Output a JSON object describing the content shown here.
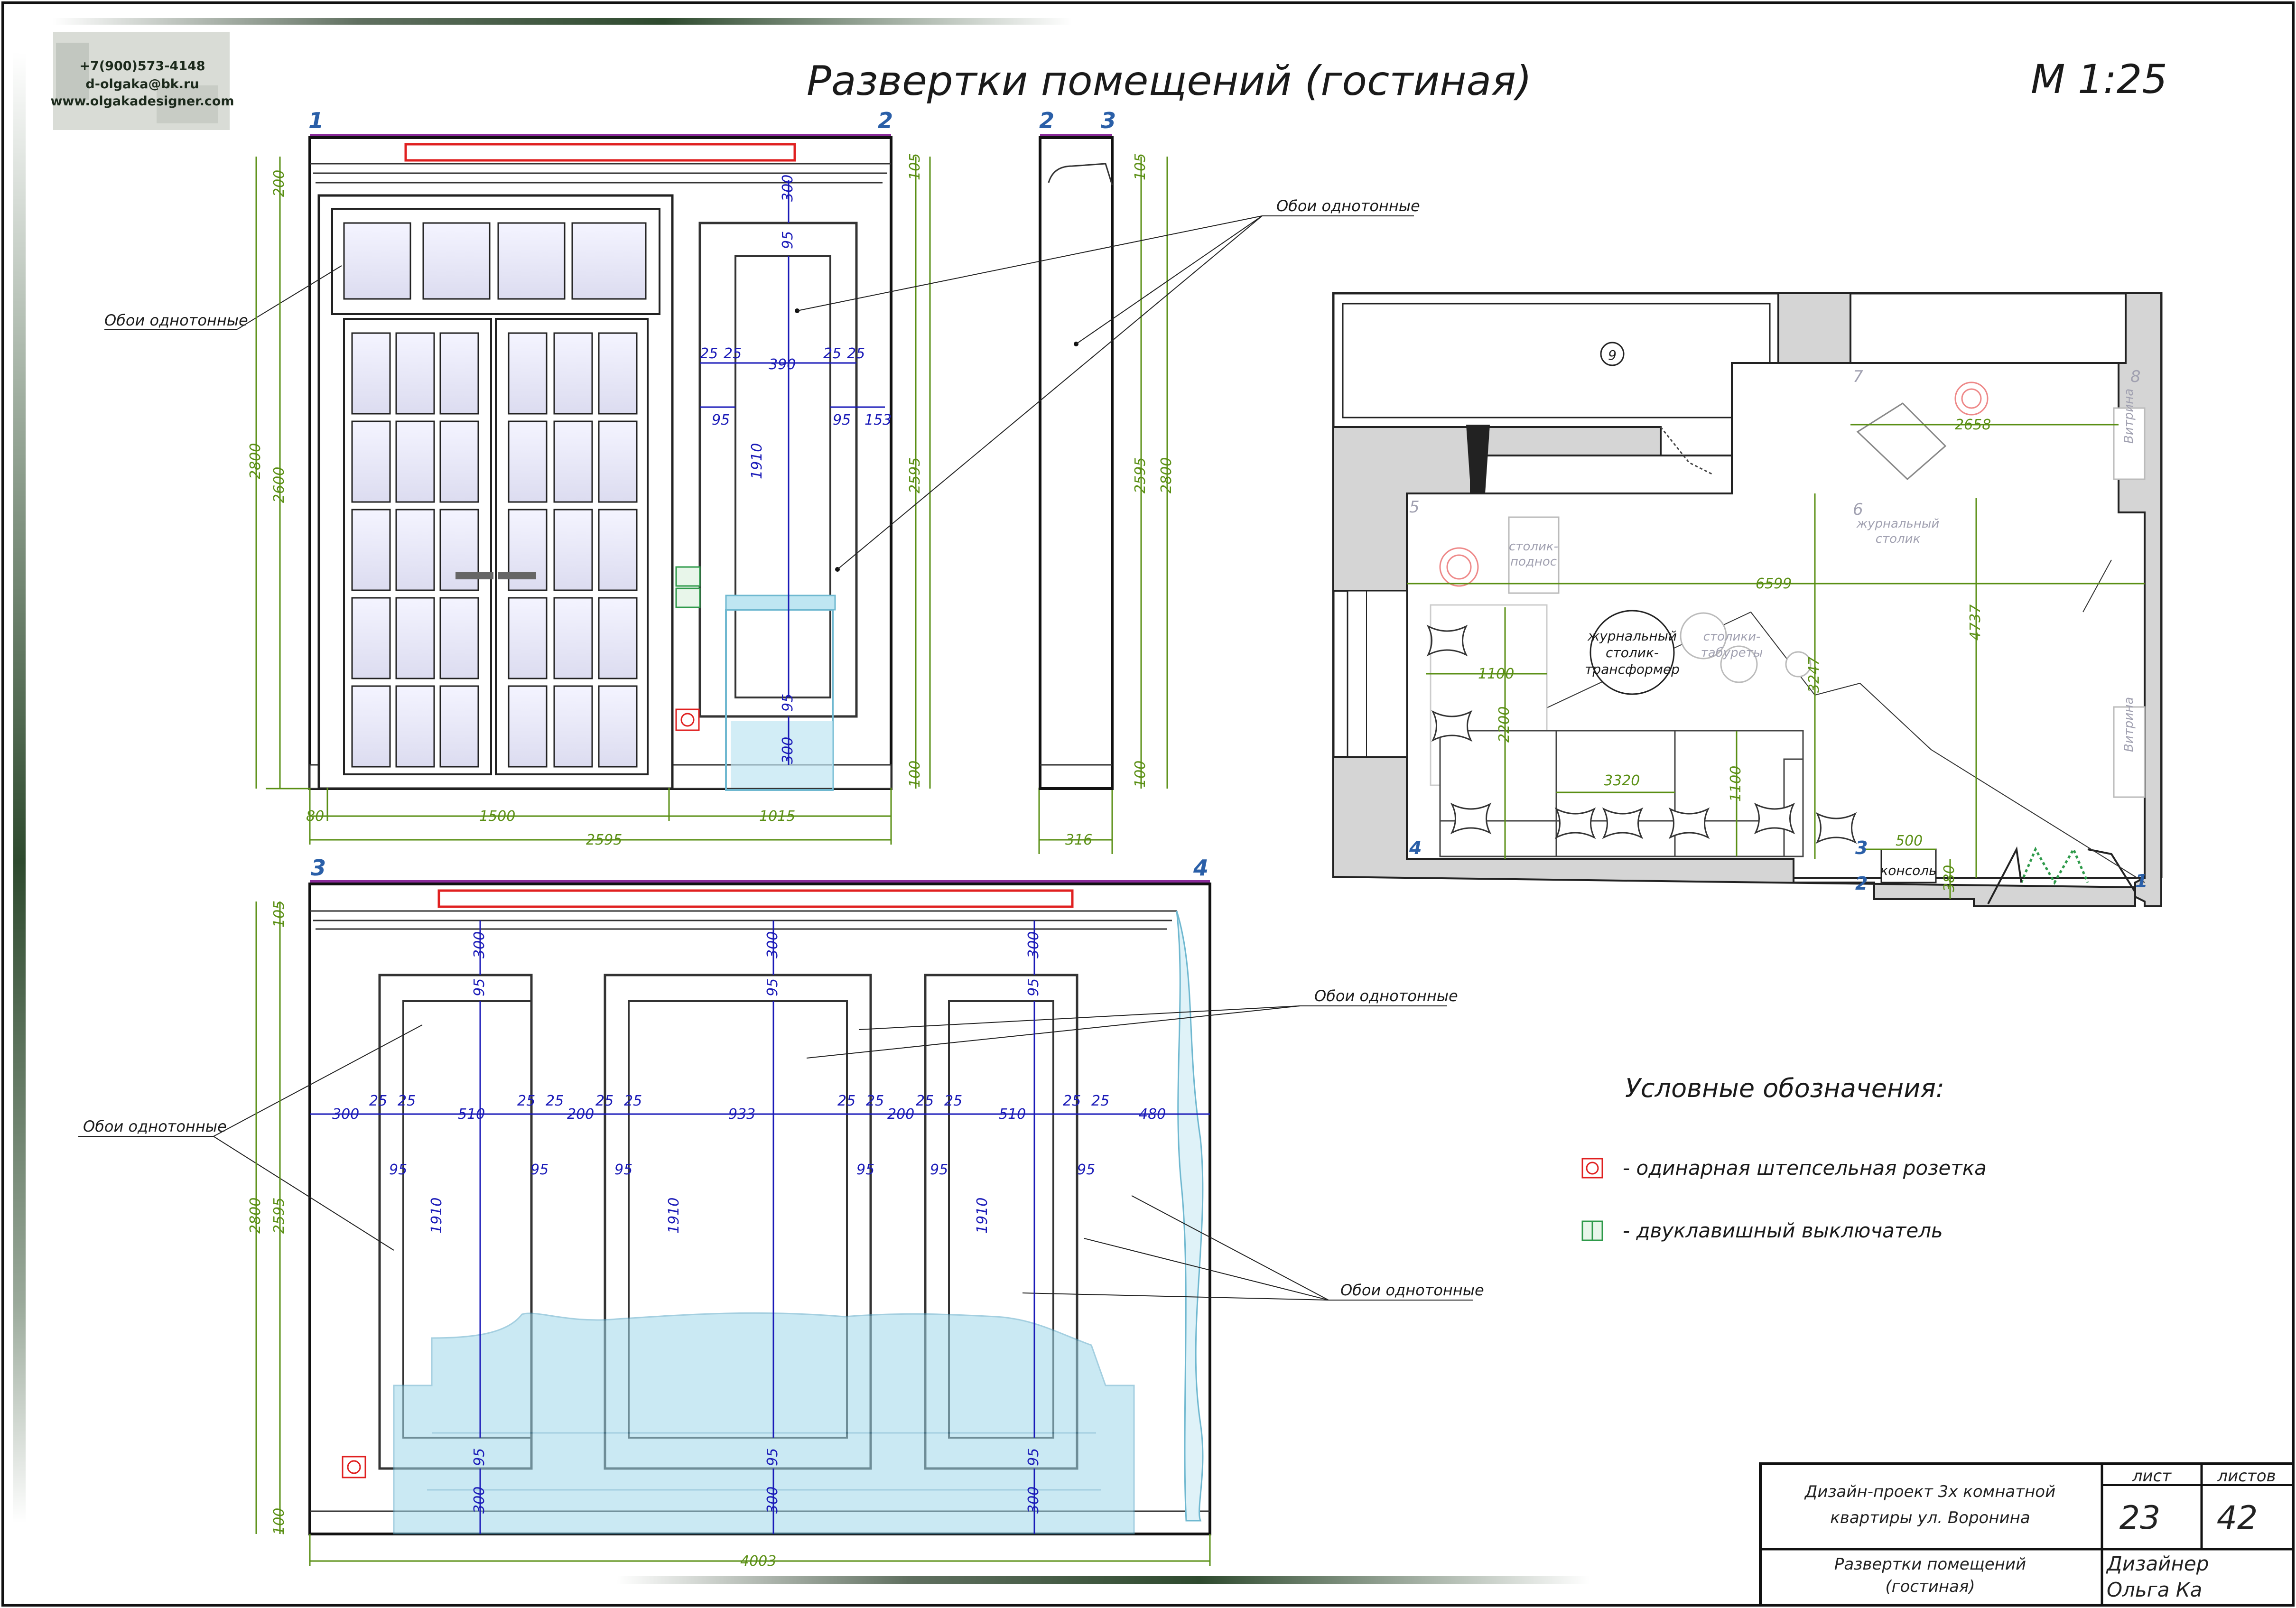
{
  "header": {
    "title": "Развертки помещений (гостиная)",
    "scale": "М 1:25"
  },
  "contact": {
    "phone": "+7(900)573-4148",
    "email": "d-olgaka@bk.ru",
    "site": "www.olgakadesigner.com"
  },
  "axes": {
    "a1": "1",
    "a2": "2",
    "a3": "3",
    "a4": "4"
  },
  "labels": {
    "wallpaper": "Обои однотонные"
  },
  "dims": {
    "d80": "80",
    "d1500": "1500",
    "d1015": "1015",
    "d2595": "2595",
    "d316": "316",
    "d4003": "4003",
    "d2800": "2800",
    "d2600": "2600",
    "d200": "200",
    "d105": "105",
    "d100": "100",
    "d300": "300",
    "d95": "95",
    "d25": "25",
    "d390": "390",
    "d153": "153",
    "d1910": "1910",
    "d510": "510",
    "d933": "933",
    "d480": "480"
  },
  "plan": {
    "room_no": "9",
    "dims": {
      "p2658": "2658",
      "p6599": "6599",
      "p4737": "4737",
      "p3247": "3247",
      "p1100": "1100",
      "p2200": "2200",
      "p3320": "3320",
      "p500": "500",
      "p380": "380"
    },
    "items": {
      "coffee_table": [
        "журнальный",
        "столик-",
        "трансформер"
      ],
      "tray_table": [
        "столик-",
        "поднос"
      ],
      "stools": [
        "столики-",
        "табуреты"
      ],
      "journal": [
        "журнальный",
        "столик"
      ],
      "console": "консоль",
      "vitrine": "Витрина"
    },
    "axes": {
      "a1": "1",
      "a2": "2",
      "a3": "3",
      "a4": "4",
      "a5": "5",
      "a6": "6",
      "a7": "7",
      "a8": "8"
    }
  },
  "legend": {
    "title": "Условные обозначения:",
    "socket": "- одинарная штепсельная розетка",
    "switch": "- двуклавишный выключатель"
  },
  "stamp": {
    "project_line1": "Дизайн-проект 3х комнатной",
    "project_line2": "квартиры ул. Воронина",
    "sheet_label": "лист",
    "sheets_label": "листов",
    "sheet_no": "23",
    "sheets_total": "42",
    "drawing_line1": "Развертки помещений",
    "drawing_line2": "(гостиная)",
    "role": "Дизайнер",
    "name": "Ольга Ка"
  },
  "colors": {
    "dimension": "#1a1ab8",
    "overall_dimension": "#5a8f14",
    "accent_band": "#8a2a9a",
    "highlight": "#e02020",
    "glass": "#9fd8ea",
    "frame_gradient": "#2e4a2e"
  }
}
